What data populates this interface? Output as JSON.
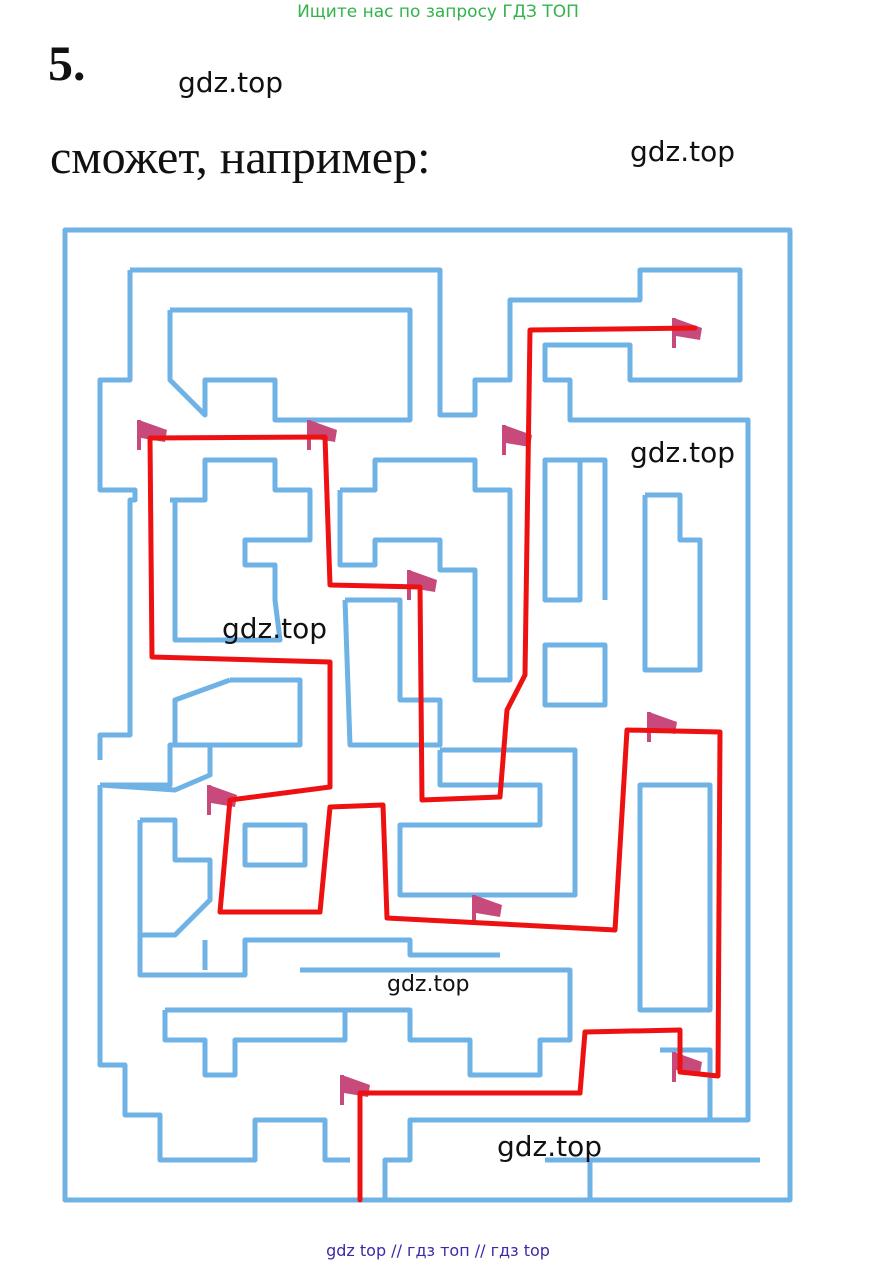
{
  "banner": "Ищите нас по запросу ГДЗ ТОП",
  "task_number": "5.",
  "heading": "сможет, например:",
  "watermark": "gdz.top",
  "footer": "gdz top  //  гдз топ  //  гдз top",
  "colors": {
    "maze_wall": "#6fb2e6",
    "path": "#ee1111",
    "flag": "#c84a7c",
    "banner": "#33b34a",
    "footer": "#3a2aa8"
  },
  "icons": [
    "flag-icon"
  ]
}
